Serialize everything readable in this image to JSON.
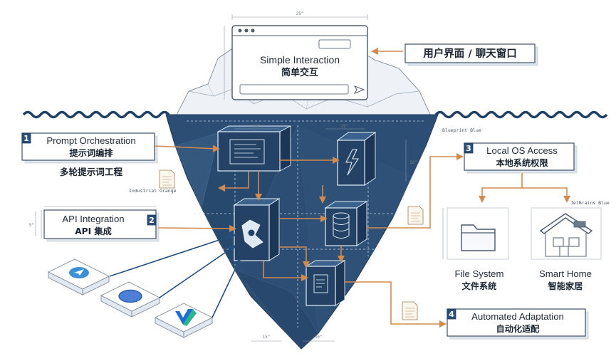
{
  "top_window": {
    "title_en": "Simple Interaction",
    "title_cn": "简单交互"
  },
  "callout_top": {
    "text": "用户界面 / 聊天窗口"
  },
  "labels": [
    {
      "id": "prompt-orchestration",
      "badge": "1",
      "line1": "Prompt Orchestration",
      "line2": "提示词编排",
      "line3": "多轮提示词工程"
    },
    {
      "id": "api-integration",
      "badge": "2",
      "line1": "API Integration",
      "line2": "API 集成"
    },
    {
      "id": "local-os-access",
      "badge": "3",
      "line1": "Local OS Access",
      "line2": "本地系统权限"
    },
    {
      "id": "automated-adaptation",
      "badge": "4",
      "line1": "Automated Adaptation",
      "line2": "自动化适配"
    }
  ],
  "subsystems": [
    {
      "id": "file-system",
      "title_en": "File System",
      "title_cn": "文件系统"
    },
    {
      "id": "smart-home",
      "title_en": "Smart Home",
      "title_cn": "智能家居"
    }
  ],
  "annotations": {
    "industrial_orange": "Industrial Orange",
    "blueprint_blue": "Blueprint Blue",
    "jetbrains_blue": "JetBrains Blue",
    "dim_25": "25\"",
    "dim_20": "20\"",
    "dim_35": "35\"",
    "dim_10": "10\"",
    "dim_5": "5\"",
    "dim_15": "15\"",
    "dim_30": "30\""
  },
  "colors": {
    "ice_dark": "#2c4e74",
    "ice_top": "#eef2f6",
    "orange": "#d38a4f",
    "badge": "#2b4f7a",
    "ink": "#1f2a36"
  },
  "icons": {
    "chat_window": "chat-window-icon",
    "send": "send-icon",
    "document": "document-icon",
    "lightning": "lightning-icon",
    "database": "database-icon",
    "app_core": "app-core-icon",
    "folder": "folder-icon",
    "house": "house-icon",
    "telegram": "telegram-app-icon",
    "round_app": "round-app-icon",
    "v_app": "v-app-icon"
  }
}
